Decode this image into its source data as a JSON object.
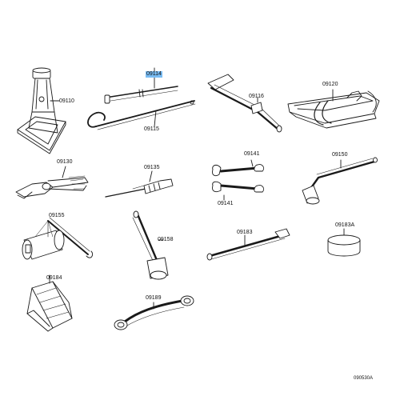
{
  "diagram": {
    "drawing_code": "090530A",
    "highlight_color": "#79bcf3",
    "line_color": "#1a1a1a",
    "parts": [
      {
        "id": "jack",
        "code": "09110",
        "icon": "jack-icon"
      },
      {
        "id": "handle-rod",
        "code": "09114",
        "icon": "jack-handle-rod-icon",
        "highlighted": true
      },
      {
        "id": "wrench-bar",
        "code": "09115",
        "icon": "hook-wrench-bar-icon"
      },
      {
        "id": "handle-extension",
        "code": "09116",
        "icon": "crank-handle-icon"
      },
      {
        "id": "tool-bag",
        "code": "09120",
        "icon": "tool-bag-icon"
      },
      {
        "id": "pliers",
        "code": "09130",
        "icon": "pliers-icon"
      },
      {
        "id": "screwdriver",
        "code": "09135",
        "icon": "screwdriver-icon"
      },
      {
        "id": "wrench-a",
        "code": "09141",
        "icon": "open-end-wrench-icon"
      },
      {
        "id": "wrench-b",
        "code": "09141",
        "icon": "open-end-wrench-icon"
      },
      {
        "id": "hub-nut-wrench",
        "code": "09150",
        "icon": "l-socket-wrench-icon"
      },
      {
        "id": "plug-wrench",
        "code": "09155",
        "icon": "plug-wrench-icon"
      },
      {
        "id": "l-wrench",
        "code": "09158",
        "icon": "l-socket-wrench-icon"
      },
      {
        "id": "towing-hook",
        "code": "09183",
        "icon": "towing-bar-icon"
      },
      {
        "id": "cap",
        "code": "09183A",
        "icon": "cap-icon"
      },
      {
        "id": "wheel-chock",
        "code": "09184",
        "icon": "wheel-chock-icon"
      },
      {
        "id": "box-wrench",
        "code": "09189",
        "icon": "box-wrench-icon"
      }
    ]
  }
}
